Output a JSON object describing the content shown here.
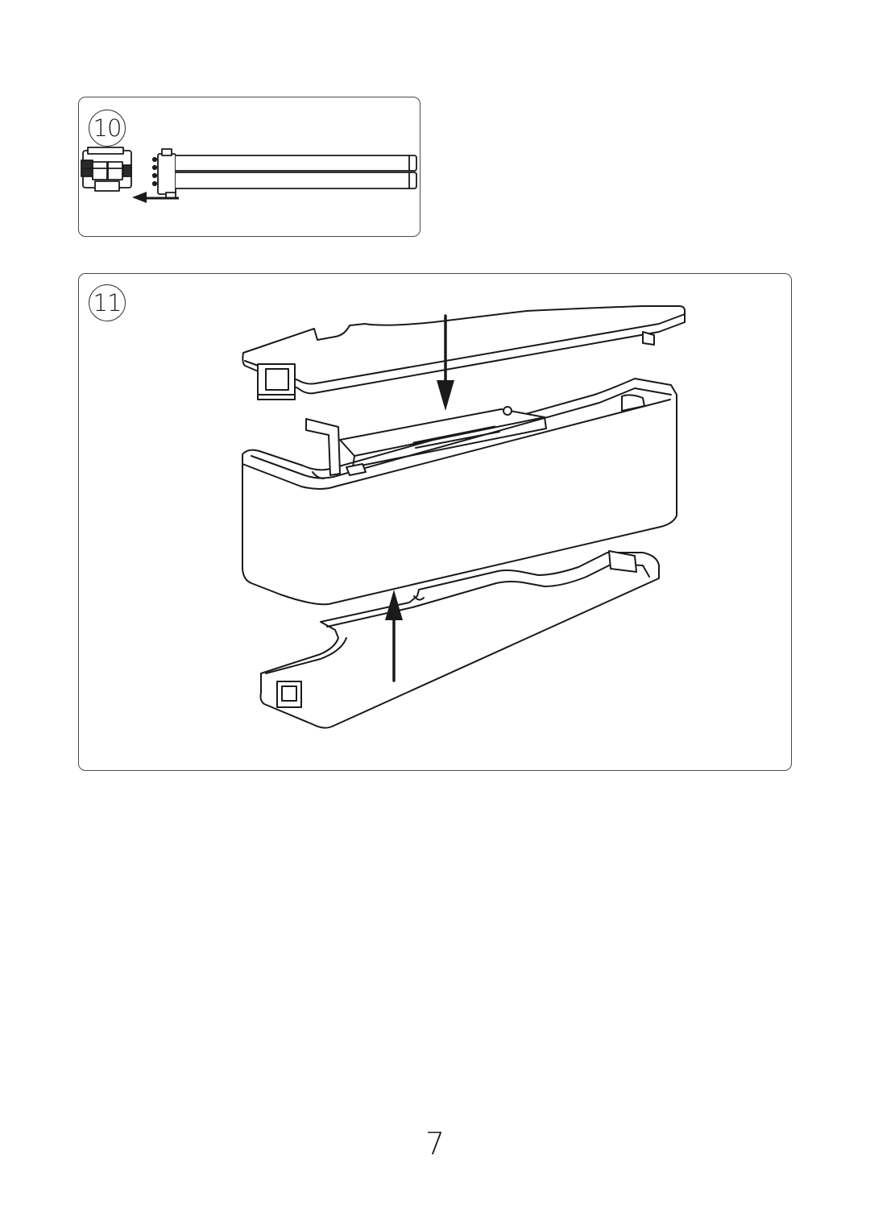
{
  "steps": [
    {
      "number": "10"
    },
    {
      "number": "11"
    }
  ],
  "page": {
    "number": "7"
  },
  "icons": {
    "step10": [
      "connector-part-icon",
      "lamp-tube-icon",
      "insert-arrow-icon"
    ],
    "step11": [
      "top-cover-icon",
      "housing-body-icon",
      "bottom-frame-icon",
      "down-arrow-icon",
      "up-arrow-icon"
    ]
  },
  "colors": {
    "line": "#1a1a1a",
    "panel_border": "#4a4a4a",
    "background": "#ffffff"
  }
}
